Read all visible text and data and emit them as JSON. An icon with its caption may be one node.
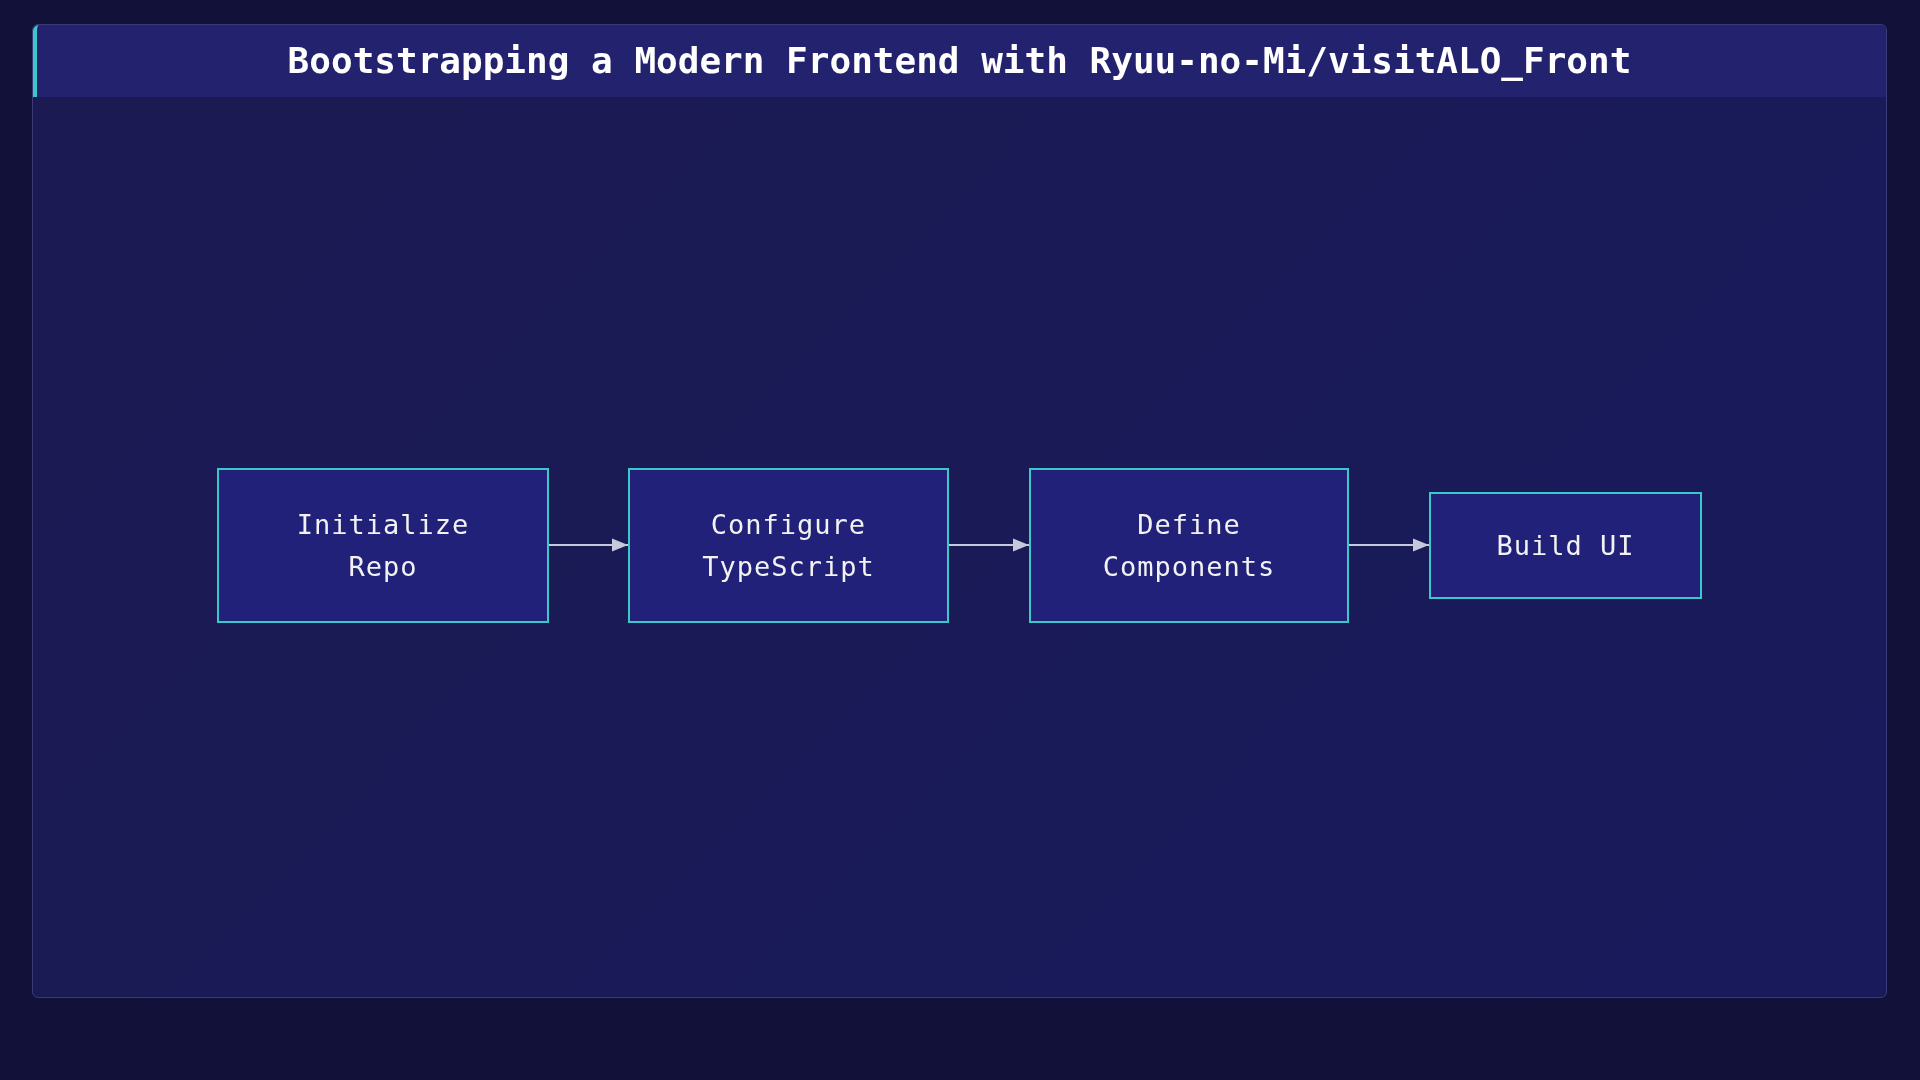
{
  "diagram": {
    "title": "Bootstrapping a Modern Frontend with Ryuu-no-Mi/visitALO_Front",
    "nodes": [
      {
        "text": [
          "Initialize Repo"
        ]
      },
      {
        "text": [
          "Configure TypeScript"
        ]
      },
      {
        "text": [
          "Define Components"
        ]
      },
      {
        "text": [
          "Build UI"
        ]
      }
    ],
    "edges": [
      {
        "from": 0,
        "to": 1,
        "arrow": "to"
      },
      {
        "from": 1,
        "to": 2,
        "arrow": "to"
      },
      {
        "from": 2,
        "to": 3,
        "arrow": "to"
      }
    ]
  }
}
